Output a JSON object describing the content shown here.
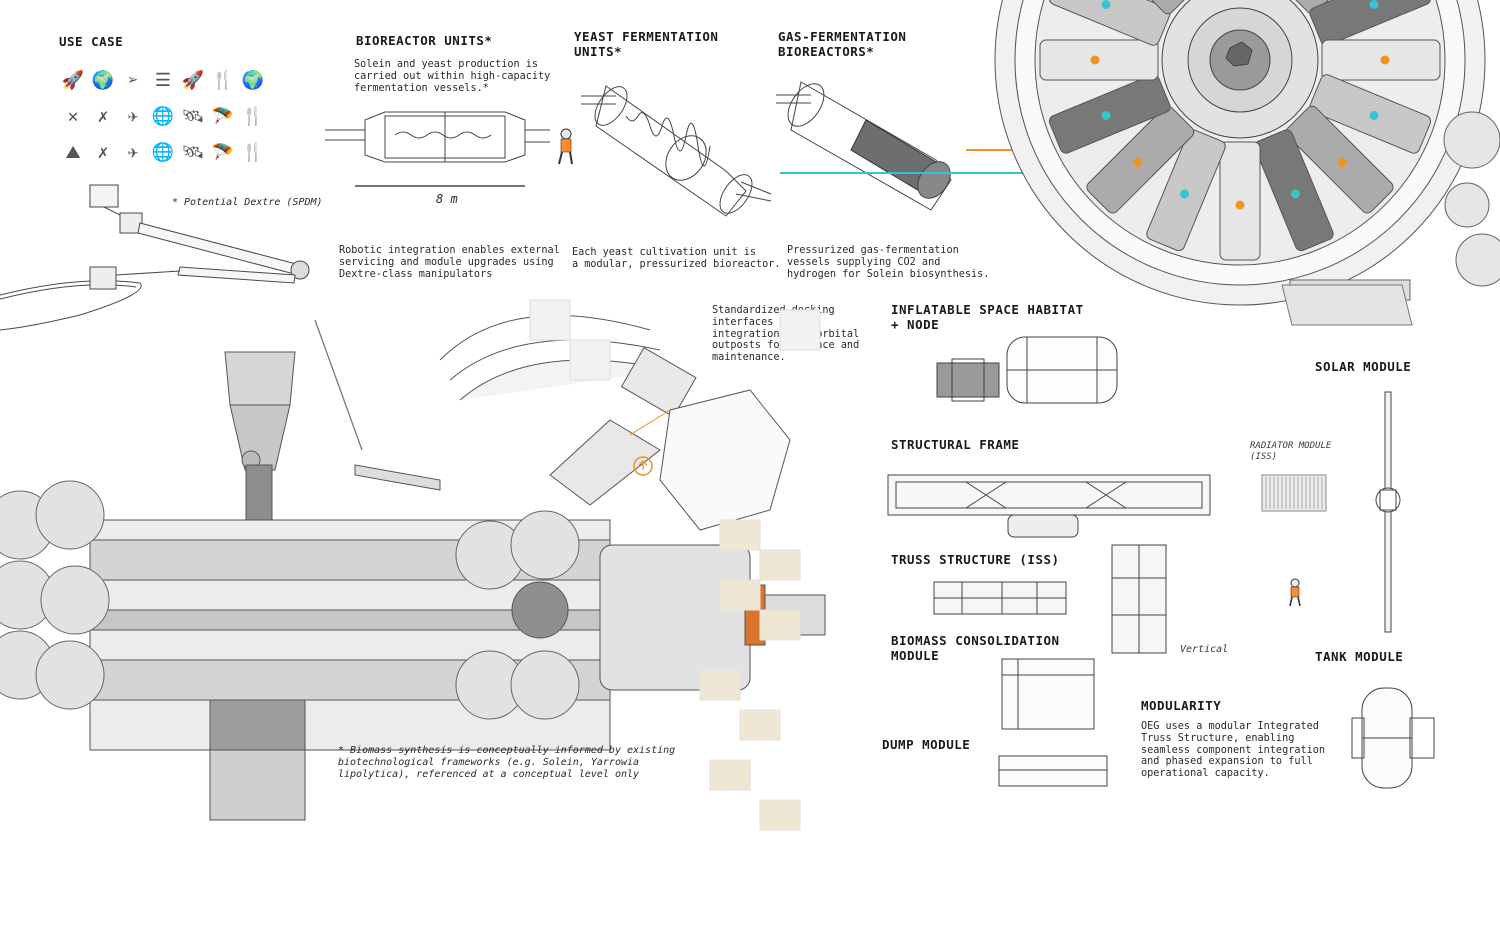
{
  "use_case": {
    "title": "USE CASE",
    "icons": [
      [
        "rocket-icon",
        "globe-icon",
        "shuttle-icon",
        "module-stack-icon",
        "rocket-icon",
        "utensils-icon",
        "globe-icon"
      ],
      [
        "satellite-crossed-icon",
        "utensils-crossed-icon",
        "plane-crossed-icon",
        "globe-network-icon",
        "satellite-icon",
        "parachute-icon",
        "utensils-icon"
      ],
      [
        "crater-icon",
        "utensils-crossed-icon",
        "plane-crossed-icon",
        "globe-network-icon",
        "satellite-icon",
        "parachute-icon",
        "utensils-icon"
      ]
    ]
  },
  "dextre": {
    "label": "* Potential Dextre (SPDM)"
  },
  "robotic": {
    "text": "Robotic integration enables external\nservicing and module upgrades using\nDextre-class manipulators"
  },
  "bioreactor": {
    "title": "BIOREACTOR UNITS*",
    "text": "Solein and yeast production is\ncarried out within high-capacity\nfermentation vessels.*",
    "dimension": "8 m"
  },
  "yeast": {
    "title": "YEAST FERMENTATION\nUNITS*",
    "text": "Each yeast cultivation unit is\na modular, pressurized bioreactor."
  },
  "gas": {
    "title": "GAS-FERMENTATION\nBIOREACTORS*",
    "text": "Pressurized gas-fermentation\nvessels supplying CO2 and\nhydrogen for Solein biosynthesis."
  },
  "docking": {
    "text": "Standardized docking\ninterfaces enable\nintegration with orbital\noutposts for science and\nmaintenance."
  },
  "habitat": {
    "title": "INFLATABLE SPACE HABITAT\n+ NODE"
  },
  "structural": {
    "title": "STRUCTURAL FRAME"
  },
  "truss": {
    "title": "TRUSS STRUCTURE (ISS)",
    "vertical": "Vertical"
  },
  "biomass": {
    "title": "BIOMASS CONSOLIDATION\nMODULE"
  },
  "dump": {
    "title": "DUMP MODULE"
  },
  "solar": {
    "title": "SOLAR MODULE"
  },
  "radiator": {
    "label": "RADIATOR MODULE\n(ISS)"
  },
  "tank": {
    "title": "TANK MODULE"
  },
  "modularity": {
    "title": "MODULARITY",
    "text": "OEG uses a modular Integrated\nTruss Structure, enabling\nseamless component integration\nand phased expansion to full\noperational capacity."
  },
  "footnote": {
    "text": "* Biomass synthesis is conceptually informed by existing\nbiotechnological frameworks (e.g. Solein, Yarrowia\nlipolytica), referenced at a conceptual level only"
  },
  "colors": {
    "orange": "#ef9322",
    "cyan": "#35c4d0",
    "line": "#3a3a3a"
  }
}
